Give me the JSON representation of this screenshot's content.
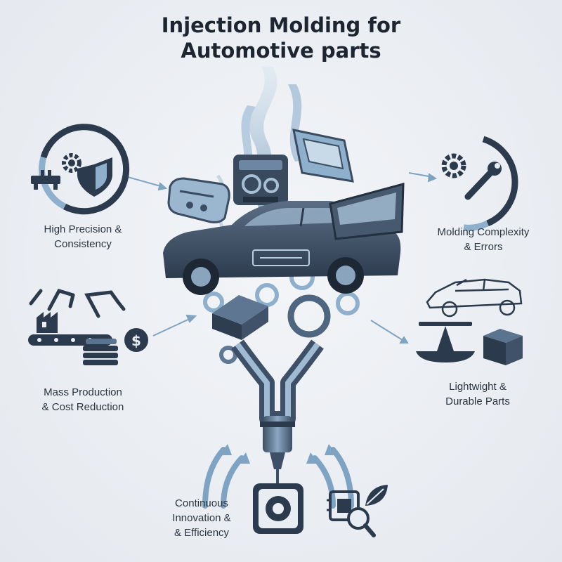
{
  "title": {
    "line1": "Injection Molding for",
    "line2": "Automotive parts"
  },
  "sections": {
    "precision": {
      "line1": "High Precision &",
      "line2": "Consistency",
      "icons": [
        "gear-icon",
        "shield-icon",
        "circuit-board-icon"
      ]
    },
    "mass_production": {
      "line1": "Mass Production",
      "line2": "& Cost Reduction",
      "icons": [
        "robot-arm-icon",
        "factory-icon",
        "conveyor-icon",
        "stacked-sheets-icon",
        "dollar-icon"
      ]
    },
    "complexity": {
      "line1": "Molding Complexity",
      "line2": "& Errors",
      "icons": [
        "gear-icon",
        "wrench-icon"
      ]
    },
    "lightweight": {
      "line1": "Lightwight &",
      "line2": "Durable Parts",
      "icons": [
        "car-outline-icon",
        "balance-scale-icon",
        "block-icon"
      ]
    },
    "innovation": {
      "line1": "Continuous",
      "line2": "Innovation &",
      "line3": "& Efficiency",
      "icons": [
        "mold-chip-icon",
        "microchip-magnifier-icon",
        "leaf-icon"
      ]
    }
  },
  "colors": {
    "dark": "#2b3a4c",
    "mid": "#5a7490",
    "light": "#8fb0cc",
    "pale": "#b9d0e3"
  }
}
